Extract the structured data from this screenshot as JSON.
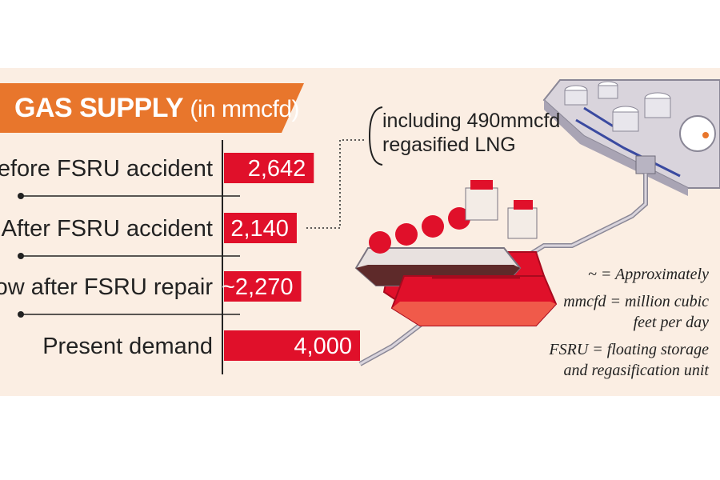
{
  "banner": {
    "title": "GAS SUPPLY",
    "unit": "(in mmcfd)",
    "color": "#e8762c"
  },
  "chart_data": {
    "type": "bar",
    "orientation": "horizontal",
    "categories": [
      "Before FSRU accident",
      "After FSRU accident",
      "Now after FSRU repair",
      "Present demand"
    ],
    "values": [
      2642,
      2140,
      2270,
      4000
    ],
    "value_labels": [
      "2,642",
      "2,140",
      "~2,270",
      "4,000"
    ],
    "xlim": [
      0,
      4000
    ],
    "bar_color": "#e0102a",
    "grid": false
  },
  "annotation": {
    "line1": "including 490mmcfd",
    "line2": "regasified LNG"
  },
  "notes": {
    "approx_1": "~ = Approximately",
    "mmcfd_1": "mmcfd = million cubic",
    "mmcfd_2": "feet per day",
    "fsru_1": "FSRU = floating storage",
    "fsru_2": "and regasification unit"
  },
  "illustration": {
    "icon": "lng-terminal-and-ship-illustration"
  }
}
